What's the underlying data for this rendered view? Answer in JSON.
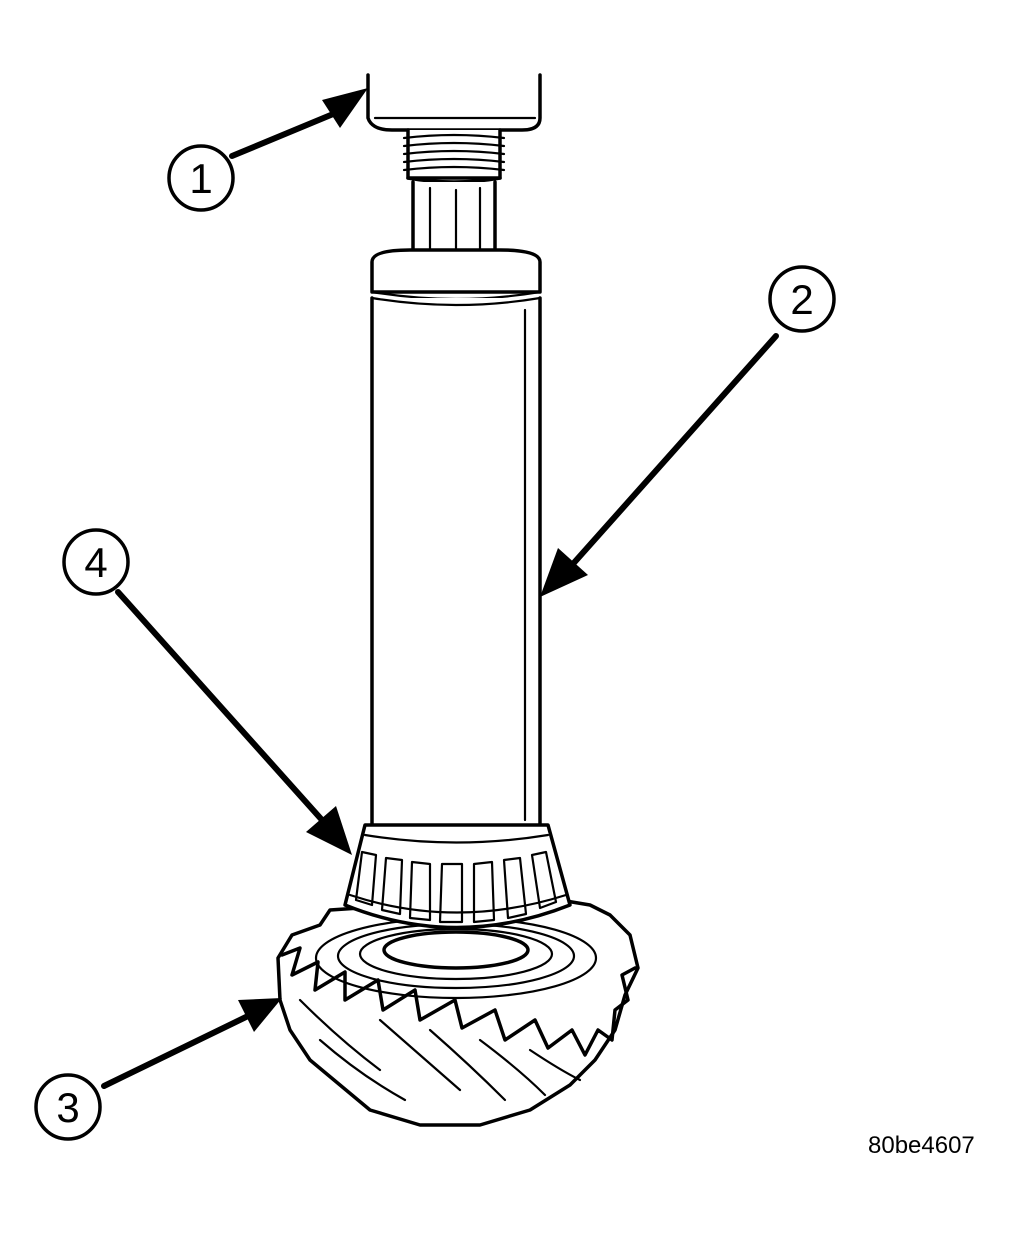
{
  "callouts": [
    {
      "id": "1",
      "label": "1"
    },
    {
      "id": "2",
      "label": "2"
    },
    {
      "id": "3",
      "label": "3"
    },
    {
      "id": "4",
      "label": "4"
    }
  ],
  "figure_id": "80be4607",
  "colors": {
    "ink": "#000000",
    "paper": "#ffffff"
  }
}
